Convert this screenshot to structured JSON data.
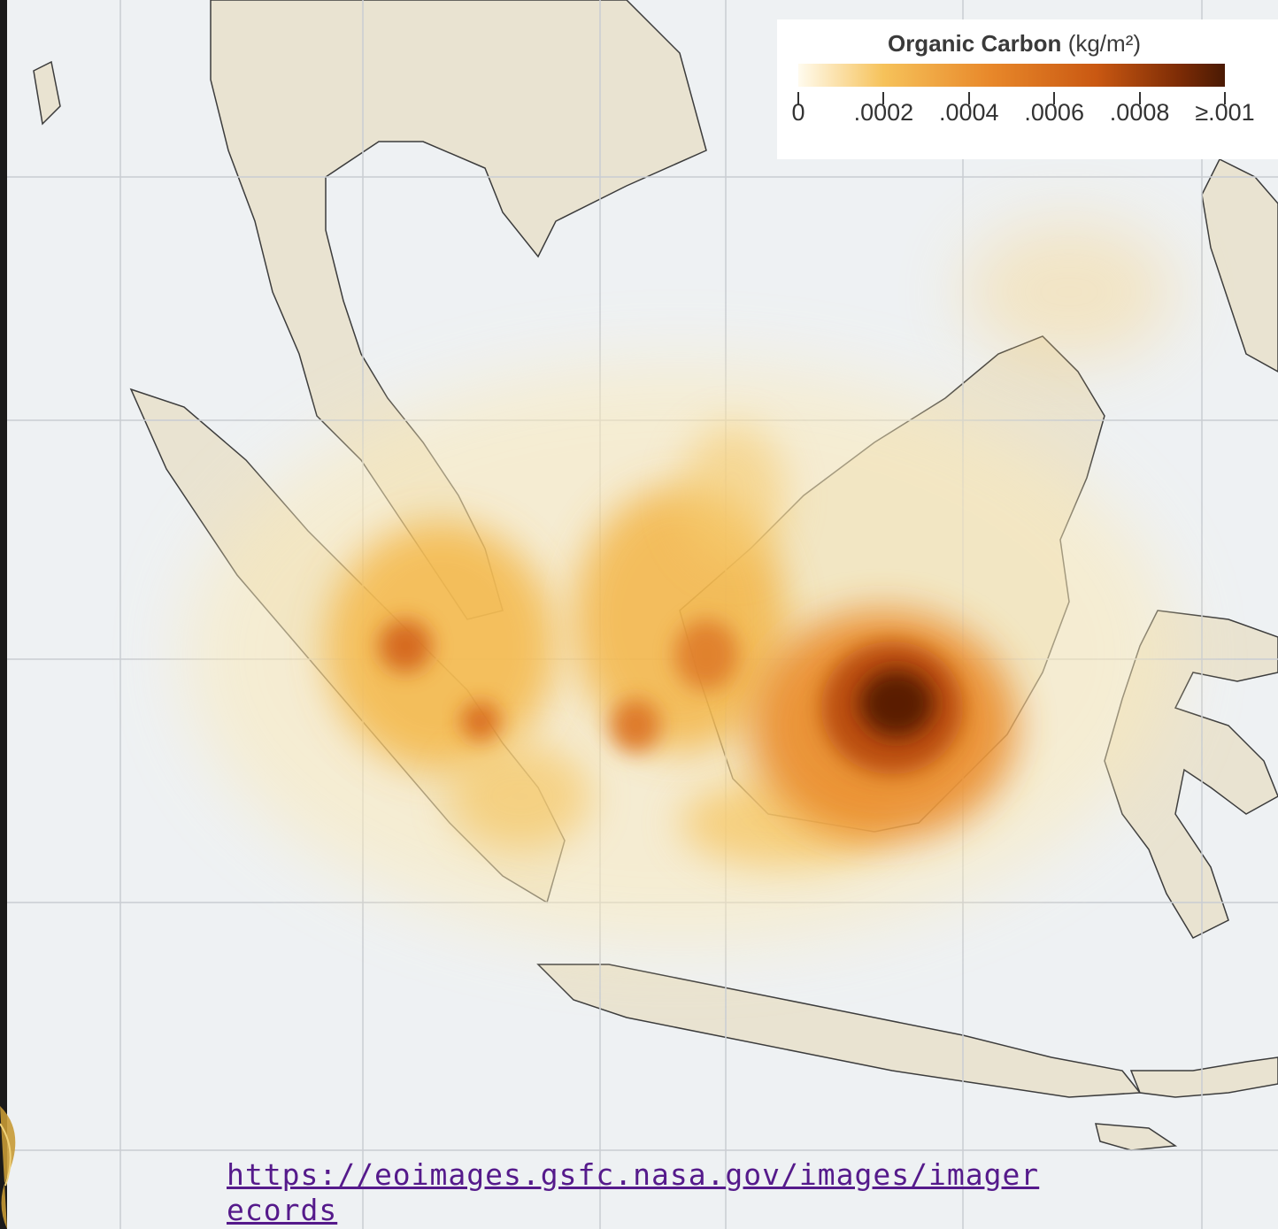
{
  "map": {
    "legend": {
      "title_bold": "Organic Carbon",
      "title_unit": "(kg/m²)",
      "ticks": [
        "0",
        ".0002",
        ".0004",
        ".0006",
        ".0008",
        "≥.001"
      ],
      "value_range": [
        0,
        0.001
      ],
      "colors": [
        "#fffbee",
        "#f6c25a",
        "#e8882a",
        "#c95812",
        "#7a2a05",
        "#4a1a04"
      ]
    },
    "colors": {
      "ocean": "#eef1f3",
      "land": "#e9e3d1",
      "gridline": "#c9cdd2",
      "coastline": "#3c3c3c"
    }
  },
  "source": {
    "url": "https://eoimages.gsfc.nasa.gov/images/imagerecords"
  }
}
